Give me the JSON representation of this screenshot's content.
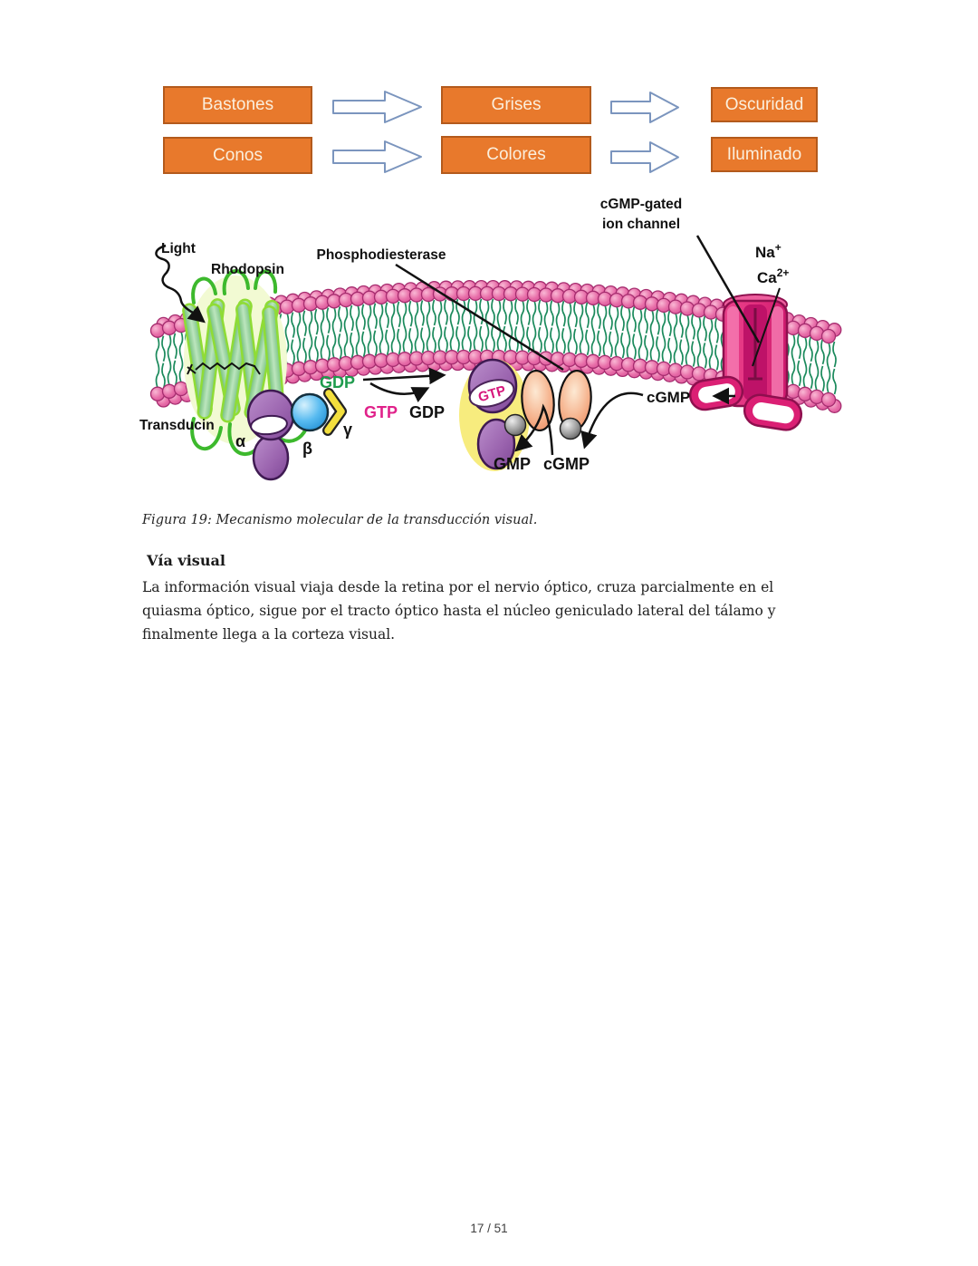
{
  "page": {
    "background": "#FFFFFF",
    "footer_text": "17 / 51"
  },
  "flowchart": {
    "rows": [
      {
        "stage1": "Bastones",
        "stage2": "Grises",
        "stage3": "Oscuridad"
      },
      {
        "stage1": "Conos",
        "stage2": "Colores",
        "stage3": "Iluminado"
      }
    ],
    "box_fill": "#E8792C",
    "box_border": "#B35A1C",
    "box_text_color": "#FBEFDD",
    "arrow_outline": "#7B95BE"
  },
  "figure": {
    "caption": "Figura 19: Mecanismo molecular de la transducción visual.",
    "labels": {
      "light": "Light",
      "rhodopsin": "Rhodopsin",
      "phosphodiesterase": "Phosphodiesterase",
      "channel_line1": "cGMP-gated",
      "channel_line2": "ion channel",
      "na": "Na",
      "na_sup": "+",
      "ca": "Ca",
      "ca_sup": "2+",
      "transducin": "Transducin",
      "alpha": "α",
      "beta": "β",
      "gamma": "γ",
      "gdp_green": "GDP",
      "gtp_pink": "GTP",
      "gdp_black": "GDP",
      "gtp_oval": "GTP",
      "gmp": "GMP",
      "cgmp": "cGMP",
      "cgmp_channel": "cGMP"
    },
    "colors": {
      "membrane_head": "#E96FA9",
      "membrane_head_stroke": "#A62D6F",
      "membrane_tail": "#1B8A5C",
      "rhodopsin_outline_green": "#8FDC35",
      "rhodopsin_loop_green": "#3DB92D",
      "channel_pink": "#DB1F74",
      "channel_dark": "#8E0F4E",
      "transducin_purple": "#9A63AE",
      "beta_blue": "#4FB8EE",
      "gamma_yellow": "#F3DF3D",
      "pde_salmon": "#EF9468",
      "gdp_green": "#1E9B4D",
      "gtp_pink": "#E0218A",
      "glow_yellow": "#F7EC7E"
    }
  },
  "section": {
    "heading": "Vía visual",
    "paragraph": "La información visual viaja desde la retina por el nervio óptico, cruza parcialmente en el quiasma óptico, sigue por el tracto óptico hasta el núcleo geniculado lateral del tálamo y finalmente llega a la corteza visual."
  }
}
